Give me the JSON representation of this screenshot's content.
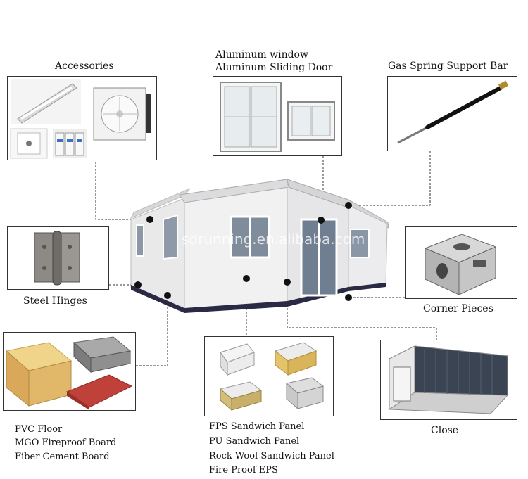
{
  "labels": {
    "accessories": "Accessories",
    "window_line1": "Aluminum window",
    "window_line2": "Aluminum Sliding Door",
    "gas_spring": "Gas Spring Support Bar",
    "steel_hinges": "Steel Hinges",
    "corner_pieces": "Corner Pieces",
    "floor_line1": "PVC Floor",
    "floor_line2": "MGO Fireproof Board",
    "floor_line3": "Fiber Cement Board",
    "panel_line1": "FPS Sandwich Panel",
    "panel_line2": "PU Sandwich Panel",
    "panel_line3": "Rock Wool Sandwich Panel",
    "panel_line4": "Fire Proof EPS",
    "close": "Close"
  },
  "watermark": "sdrunning.en.alibaba.com",
  "colors": {
    "line": "#333333",
    "dot": "#111111",
    "house_wall": "#eeeeee",
    "house_base": "#2a2a44"
  }
}
